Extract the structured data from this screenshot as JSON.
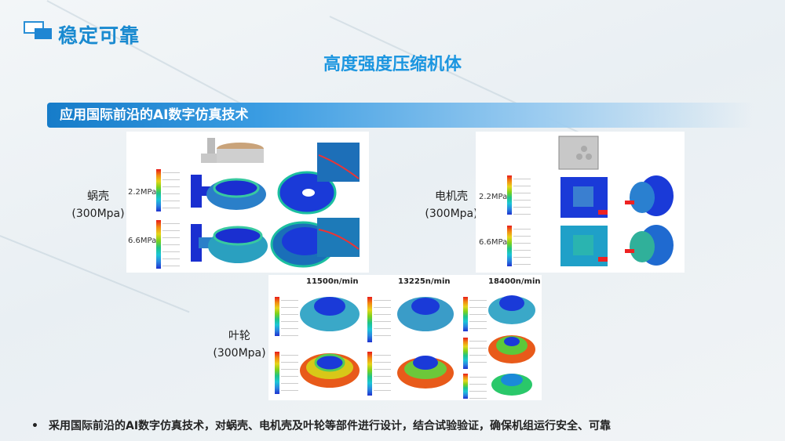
{
  "header": {
    "brand": "稳定可靠",
    "title": "高度强度压缩机体"
  },
  "section": {
    "banner": "应用国际前沿的AI数字仿真技术"
  },
  "volute": {
    "name": "蜗壳",
    "rating": "(300Mpa)",
    "pressures": [
      "2.2MPa",
      "6.6MPa"
    ]
  },
  "motor": {
    "name": "电机壳",
    "rating": "(300Mpa)",
    "pressures": [
      "2.2MPa",
      "6.6MPa"
    ]
  },
  "impeller": {
    "name": "叶轮",
    "rating": "(300Mpa)",
    "speeds": [
      "11500n/min",
      "13225n/min",
      "18400n/min"
    ]
  },
  "footer": {
    "bullet": "•",
    "text": "采用国际前沿的AI数字仿真技术，对蜗壳、电机壳及叶轮等部件进行设计，结合试验验证，确保机组运行安全、可靠"
  },
  "colors": {
    "accent": "#1c96e0",
    "banner": "#167cc9"
  }
}
